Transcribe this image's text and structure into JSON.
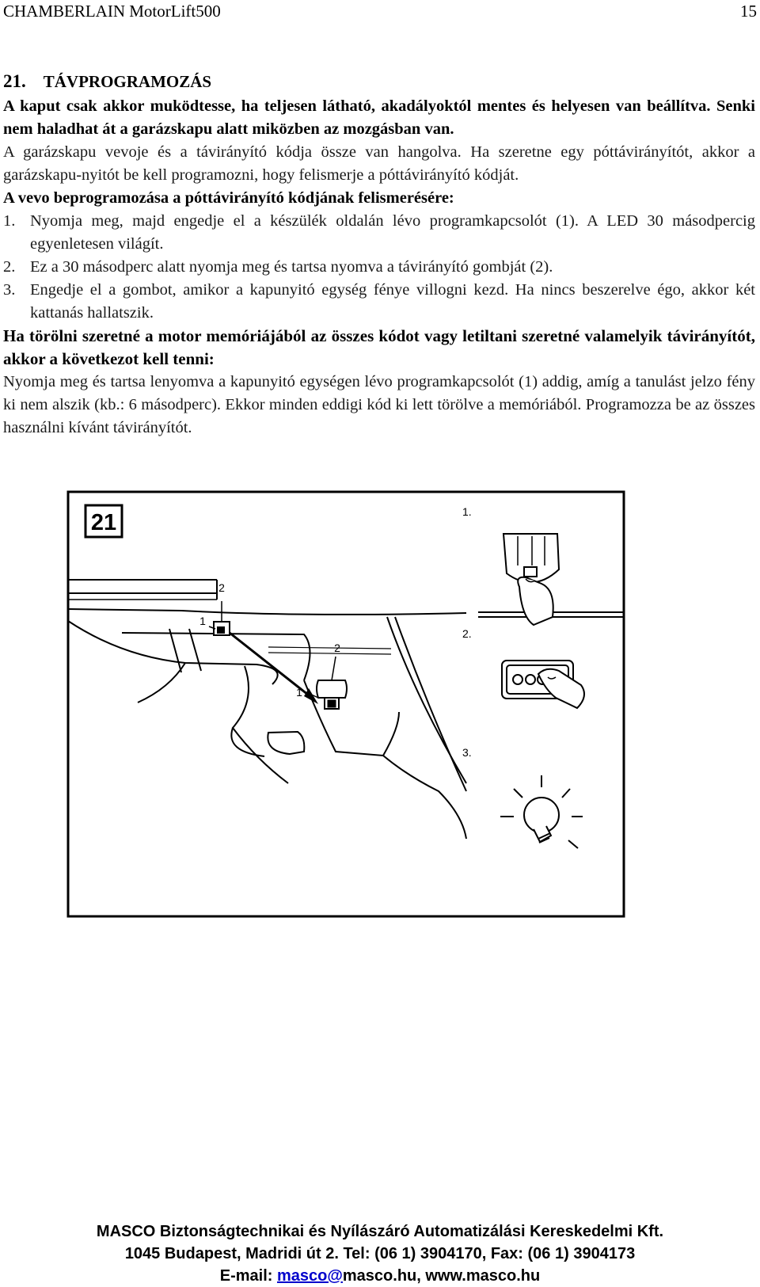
{
  "header": {
    "title": "CHAMBERLAIN MotorLift500",
    "page_number": "15"
  },
  "section": {
    "number": "21.",
    "title": "TÁVPROGRAMOZÁS",
    "warning": "A kaput csak akkor muködtesse, ha teljesen látható, akadályoktól mentes és helyesen van beállítva. Senki nem haladhat át a garázskapu alatt miközben az mozgásban van.",
    "intro": "A garázskapu vevoje és a távirányító kódja össze van hangolva. Ha szeretne egy póttávirányítót, akkor a garázskapu-nyitót be kell programozni, hogy felismerje a póttávirányító kódját.",
    "subheading": "A vevo beprogramozása a póttávirányító kódjának felismerésére:",
    "steps": [
      {
        "num": "1.",
        "text": "Nyomja meg, majd engedje el a készülék oldalán lévo programkapcsolót (1). A LED 30 másodpercig egyenletesen világít."
      },
      {
        "num": "2.",
        "text": "Ez a 30 másodperc alatt nyomja meg és tartsa nyomva a távirányító gombját (2)."
      },
      {
        "num": "3.",
        "text": "Engedje el a gombot, amikor a kapunyitó egység fénye villogni kezd. Ha nincs beszerelve égo, akkor két kattanás hallatszik."
      }
    ],
    "erase_heading": "Ha törölni szeretné a motor memóriájából az összes kódot vagy letiltani szeretné valamelyik távirányítót, akkor a következot kell tenni:",
    "erase_text": "Nyomja meg és tartsa lenyomva a kapunyitó egységen lévo programkapcsolót (1) addig, amíg a tanulást jelzo fény ki nem alszik (kb.: 6 másodperc). Ekkor minden eddigi kód ki lett törölve a memóriából. Programozza be az összes használni kívánt távirányítót."
  },
  "figure": {
    "number": "21",
    "label_1_top": "1",
    "label_2_top": "2",
    "label_1_detail": "1",
    "label_2_detail": "2",
    "step_1": "1.",
    "step_2": "2.",
    "step_3": "3."
  },
  "footer": {
    "line1": "MASCO Biztonságtechnikai és Nyílászáró Automatizálási Kereskedelmi Kft.",
    "line2": "1045 Budapest, Madridi út 2. Tel: (06 1) 3904170, Fax: (06 1) 3904173",
    "email_label": "E-mail:",
    "email_link": "masco@",
    "email_rest": "masco.hu, www.masco.hu"
  }
}
